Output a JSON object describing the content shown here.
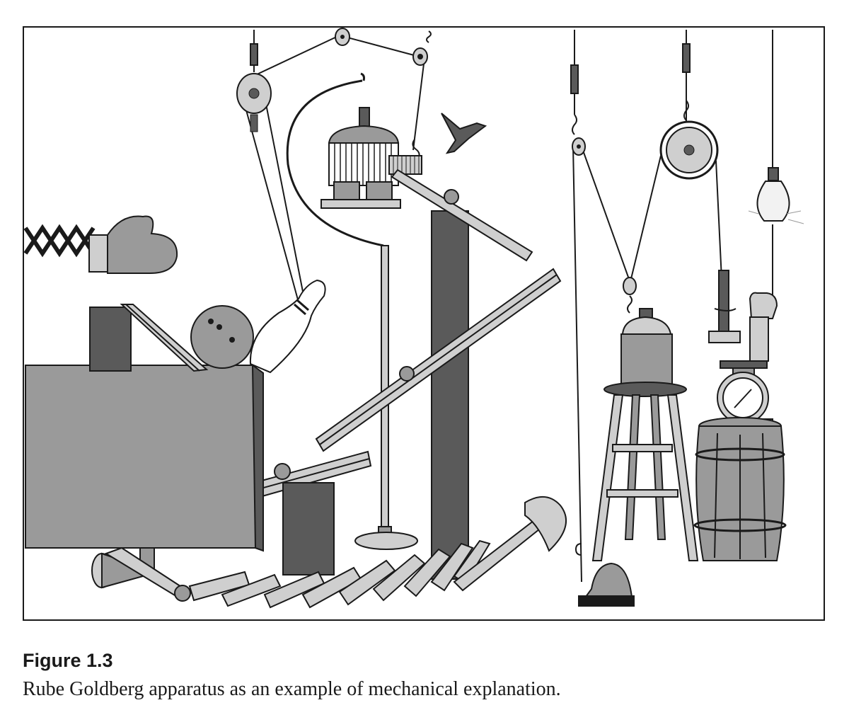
{
  "figure": {
    "label": "Figure 1.3",
    "caption": "Rube Goldberg apparatus as an example of mechanical explanation."
  },
  "colors": {
    "frame": "#1a1a1a",
    "dark_gray": "#5a5a5a",
    "mid_gray": "#9a9a9a",
    "light_gray": "#cfcfcf",
    "bulb_glow": "#f2f2f2"
  },
  "illustration_parts": [
    "scissor-arm",
    "boxing-glove",
    "table",
    "ramp-block",
    "bowling-ball",
    "bowling-pin",
    "pulley",
    "bird-cage",
    "bird",
    "tilted-board",
    "ball-tracks",
    "floor-lamp-stand",
    "dominoes",
    "axe",
    "funnel",
    "jug",
    "stool",
    "scale",
    "barrel",
    "hammer",
    "mechanical-hand",
    "light-bulb",
    "clothes-iron"
  ]
}
